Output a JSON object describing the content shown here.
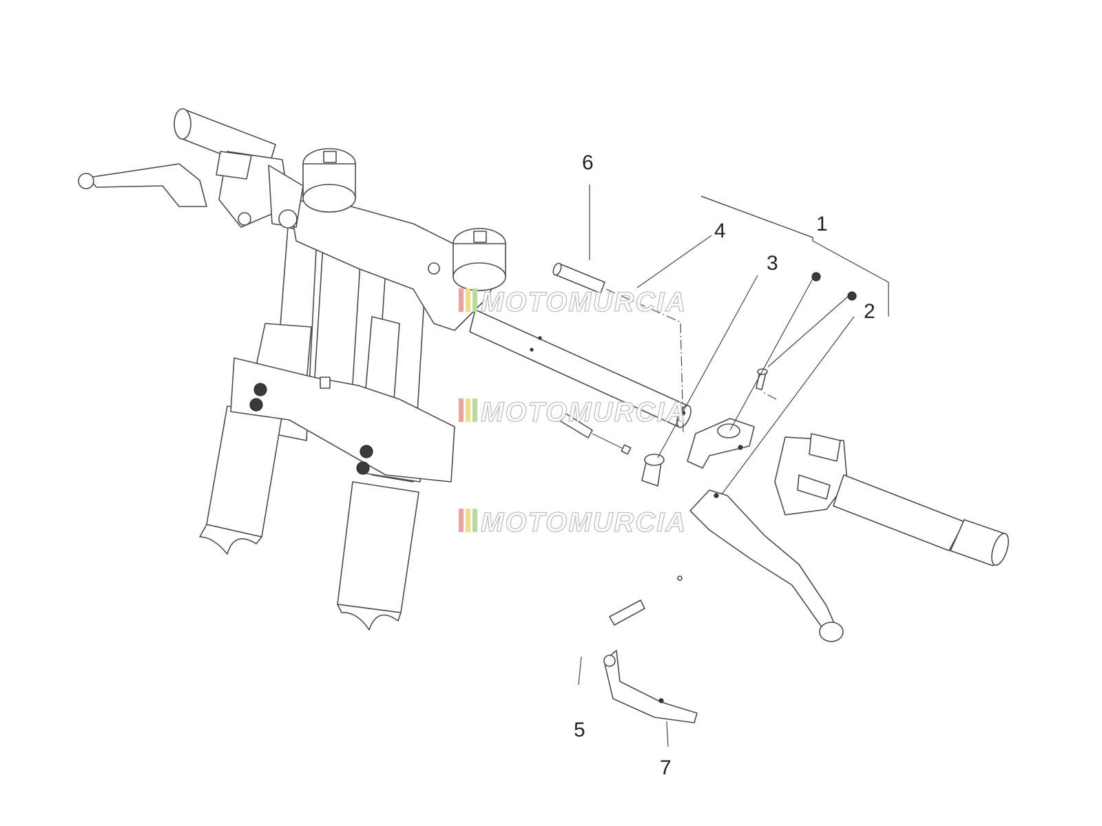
{
  "callouts": {
    "c1": "1",
    "c2": "2",
    "c3": "3",
    "c4": "4",
    "c5": "5",
    "c6": "6",
    "c7": "7"
  },
  "watermark": {
    "text": "MOTOMURCIA",
    "stripe_colors": [
      "#e8a3a3",
      "#f2dc8a",
      "#b8d9a0"
    ]
  }
}
